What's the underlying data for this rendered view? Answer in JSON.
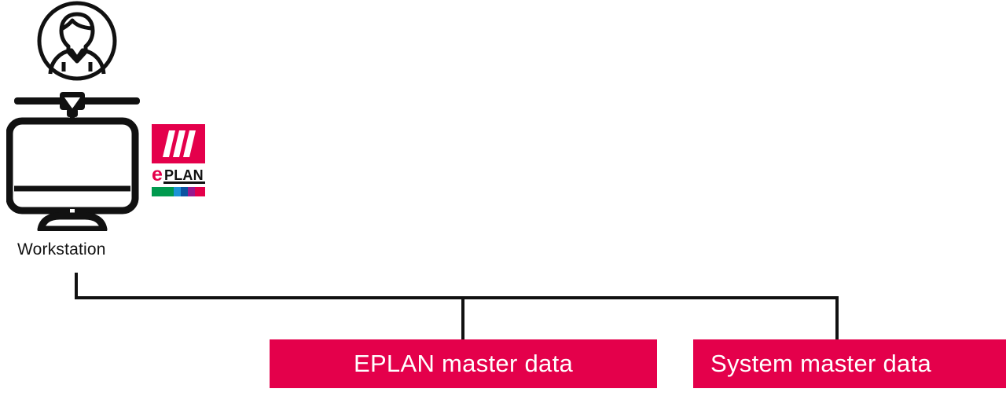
{
  "diagram": {
    "title_nodes": {
      "workstation": {
        "label": "Workstation",
        "avatar_icon": "user-avatar-icon",
        "device_icon": "desktop-monitor-icon",
        "webcam_icon": "webcam-icon"
      }
    },
    "logo": {
      "name": "eplan-logo",
      "mark_icon": "eplan-slashes-mark",
      "wordmark_e": "e",
      "wordmark_rest": "PLAN",
      "swatch_colors": [
        "#009A4E",
        "#1C93D6",
        "#0B52A0",
        "#97198E",
        "#E4004B"
      ],
      "mark_background": "#E4004B"
    },
    "boxes": [
      {
        "id": "eplan-master-data",
        "label": "EPLAN master data",
        "fill": "#E4004B",
        "text_color": "#FFFFFF"
      },
      {
        "id": "system-master-data",
        "label": "System master data",
        "fill": "#E4004B",
        "text_color": "#FFFFFF"
      }
    ],
    "connectors": {
      "stroke": "#111111",
      "stroke_width": 4,
      "description": "workstation-drops-to-bus-then-branches-to-two-boxes"
    },
    "colors": {
      "background": "#FFFFFF",
      "ink": "#111111",
      "accent_red": "#E4004B"
    }
  }
}
